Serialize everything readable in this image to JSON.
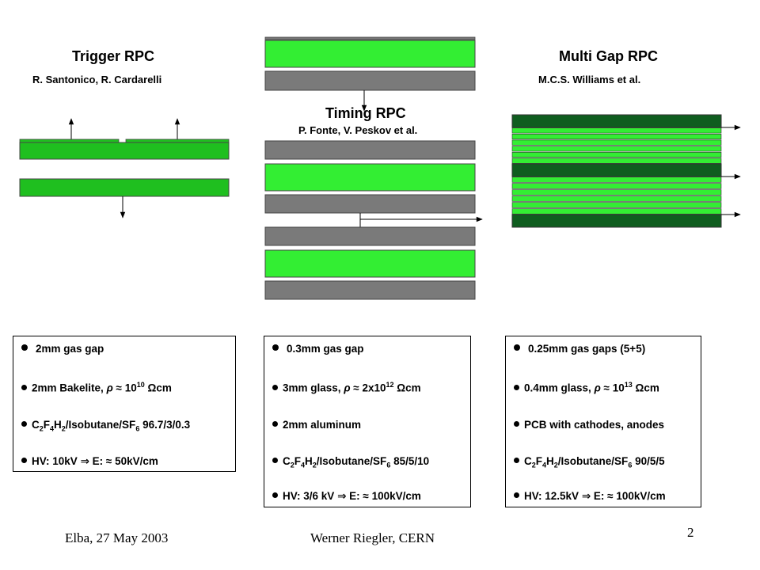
{
  "panels": {
    "trigger": {
      "title": "Trigger RPC",
      "author": "R. Santonico, R. Cardarelli"
    },
    "timing": {
      "title": "Timing RPC",
      "author": "P. Fonte, V. Peskov et al."
    },
    "multigap": {
      "title": "Multi Gap RPC",
      "author": "M.C.S. Williams  et al."
    }
  },
  "colors": {
    "green": "#1fbf1f",
    "bright_green": "#33ee33",
    "dark_green": "#0f5d1f",
    "gray": "#7a7a7a"
  },
  "trigger_specs": {
    "gap": "2mm gas gap",
    "bakelite_pre": "2mm Bakelite,",
    "rho_symbol": "ρ",
    "approx": "≈",
    "bakelite_val": "10",
    "bakelite_exp": "10",
    "ohm_cm": "Ωcm",
    "gas_c": "C",
    "gas_2a": "2",
    "gas_f": "F",
    "gas_4": "4",
    "gas_h": "H",
    "gas_2b": "2",
    "gas_mid": "/Isobutane/SF",
    "gas_6": "6",
    "gas_ratio": "96.7/3/0.3",
    "hv_pre": "HV: 10kV",
    "implies": "⇒",
    "hv_e": "E:",
    "hv_val": "50kV/cm"
  },
  "timing_specs": {
    "gap": "0.3mm gas gap",
    "glass_pre": "3mm glass,",
    "glass_val": "2x10",
    "glass_exp": "12",
    "aluminum": "2mm aluminum",
    "gas_ratio": "85/5/10",
    "hv_pre": "HV: 3/6 kV",
    "hv_val": "100kV/cm"
  },
  "multigap_specs": {
    "gap": "0.25mm gas gaps (5+5)",
    "glass_pre": "0.4mm glass,",
    "glass_val": "10",
    "glass_exp": "13",
    "pcb": "PCB with cathodes, anodes",
    "gas_ratio": "90/5/5",
    "hv_pre": "HV: 12.5kV",
    "hv_val": "100kV/cm"
  },
  "footer": {
    "left": "Elba, 27 May 2003",
    "center": "Werner Riegler, CERN",
    "page": "2"
  }
}
